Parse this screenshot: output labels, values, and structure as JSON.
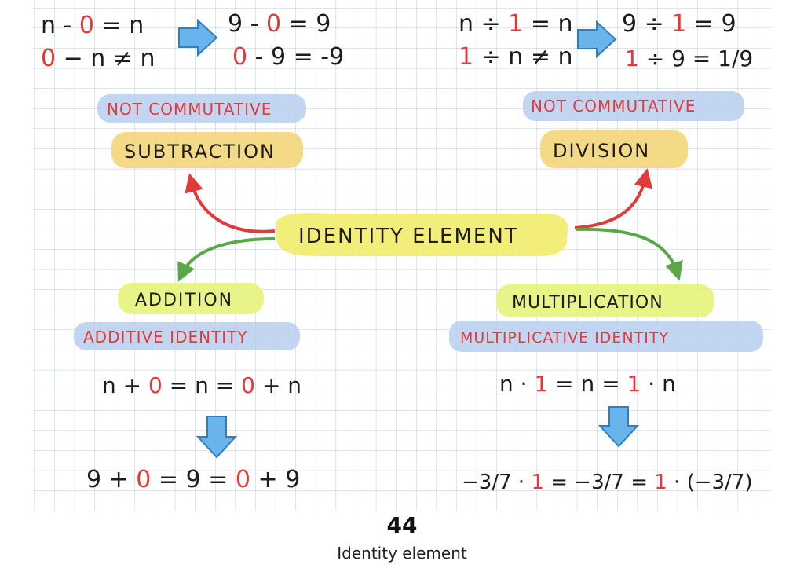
{
  "colors": {
    "grid": "#b9c7dc",
    "ink": "#1d1d1d",
    "red": "#e13a3a",
    "green": "#5aa845",
    "yellow": "#f2ec6a",
    "gold": "#f3d67a",
    "lime": "#e5f37a",
    "blue_band": "#b9cfee",
    "arrow_blue": "#69b4ec"
  },
  "center": {
    "label": "IDENTITY ELEMENT"
  },
  "subtraction": {
    "title": "SUBTRACTION",
    "property": "NOT COMMUTATIVE",
    "eq1": {
      "a": "n - ",
      "red": "0",
      "b": " = n"
    },
    "eq2": {
      "red": "0",
      "b": " − n ≠ n"
    },
    "ex1": {
      "a": "9 - ",
      "red": "0",
      "b": " = 9"
    },
    "ex2": {
      "red": "0",
      "b": " - 9 = -9"
    }
  },
  "division": {
    "title": "DIVISION",
    "property": "NOT COMMUTATIVE",
    "eq1": {
      "a": "n ÷ ",
      "red": "1",
      "b": " = n"
    },
    "eq2": {
      "red": "1",
      "b": " ÷ n ≠ n"
    },
    "ex1": {
      "a": "9 ÷ ",
      "red": "1",
      "b": " = 9"
    },
    "ex2": {
      "red": "1",
      "b": " ÷ 9 = 1/9"
    }
  },
  "addition": {
    "title": "ADDITION",
    "property": "ADDITIVE IDENTITY",
    "eq": {
      "a": "n + ",
      "r1": "0",
      "b": " = n = ",
      "r2": "0",
      "c": " + n"
    },
    "ex": {
      "a": "9 + ",
      "r1": "0",
      "b": " = 9 = ",
      "r2": "0",
      "c": " + 9"
    }
  },
  "multiplication": {
    "title": "MULTIPLICATION",
    "property": "MULTIPLICATIVE IDENTITY",
    "eq": {
      "a": "n · ",
      "r1": "1",
      "b": " = n = ",
      "r2": "1",
      "c": " · n"
    },
    "ex": {
      "a": "−3/7 · ",
      "r1": "1",
      "b": " = −3/7 = ",
      "r2": "1",
      "c": " · (−3/7)"
    }
  },
  "caption": {
    "number": "44",
    "title": "Identity element"
  }
}
